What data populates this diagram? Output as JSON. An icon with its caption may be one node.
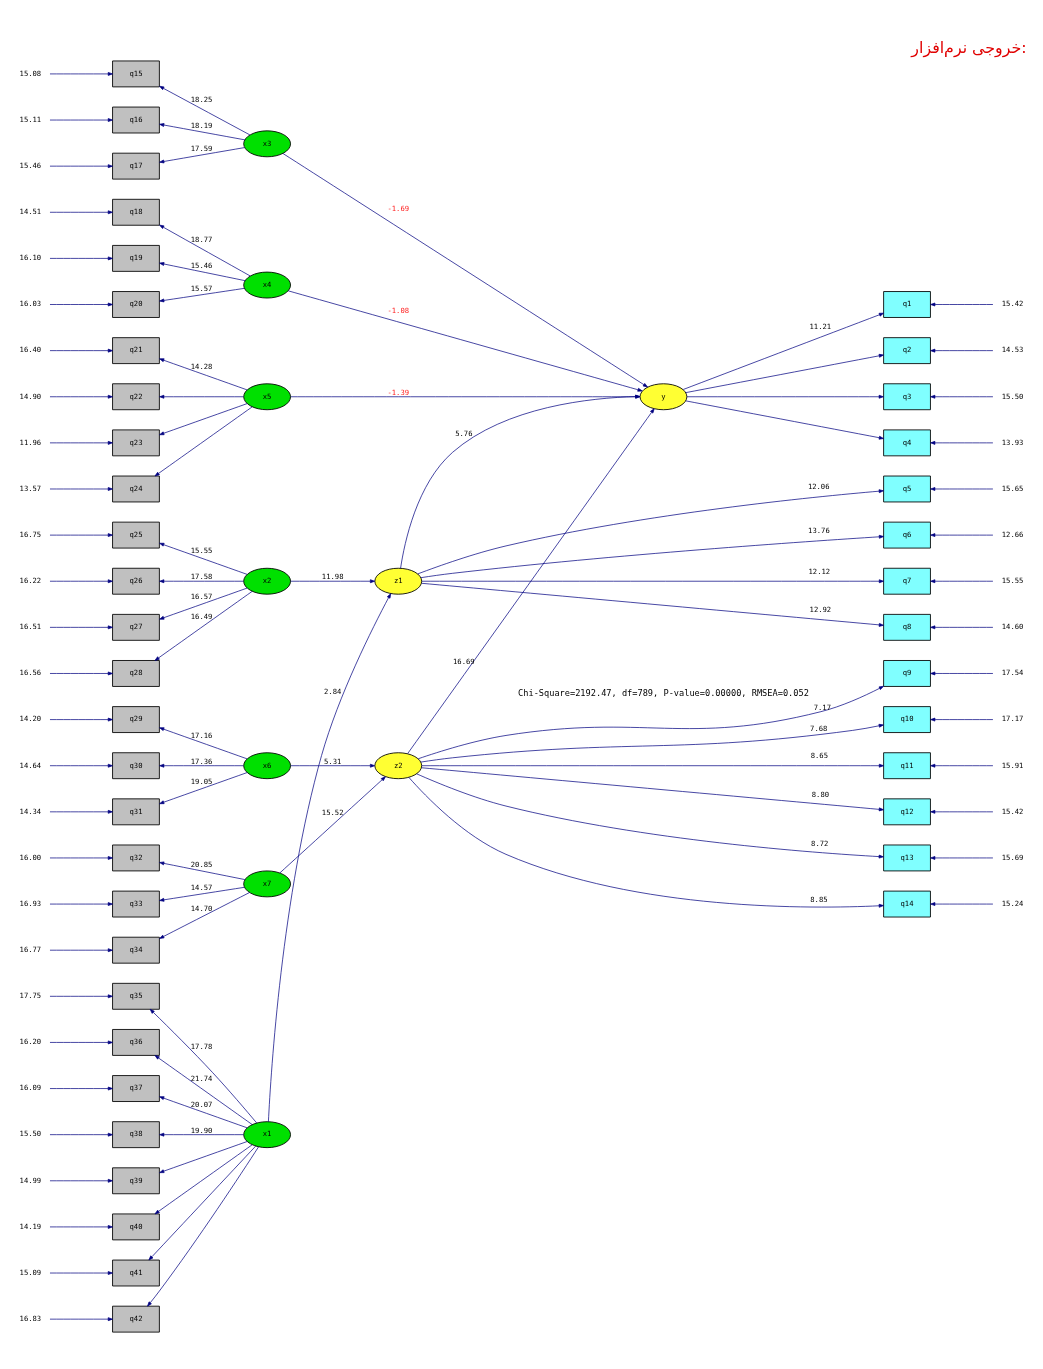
{
  "diagram": {
    "title": "خروجی نرم‌افزار:",
    "nodes": [
      {
        "text": [
          "q15"
        ]
      },
      {
        "text": [
          "q16"
        ]
      },
      {
        "text": [
          "q17"
        ]
      },
      {
        "text": [
          "q18"
        ]
      },
      {
        "text": [
          "q19"
        ]
      },
      {
        "text": [
          "q20"
        ]
      },
      {
        "text": [
          "q21"
        ]
      },
      {
        "text": [
          "q22"
        ]
      },
      {
        "text": [
          "q23"
        ]
      },
      {
        "text": [
          "q24"
        ]
      },
      {
        "text": [
          "q25"
        ]
      },
      {
        "text": [
          "q26"
        ]
      },
      {
        "text": [
          "q27"
        ]
      },
      {
        "text": [
          "q28"
        ]
      },
      {
        "text": [
          "q29"
        ]
      },
      {
        "text": [
          "q30"
        ]
      },
      {
        "text": [
          "q31"
        ]
      },
      {
        "text": [
          "q32"
        ]
      },
      {
        "text": [
          "q33"
        ]
      },
      {
        "text": [
          "q34"
        ]
      },
      {
        "text": [
          "q35"
        ]
      },
      {
        "text": [
          "q36"
        ]
      },
      {
        "text": [
          "q37"
        ]
      },
      {
        "text": [
          "q38"
        ]
      },
      {
        "text": [
          "q39"
        ]
      },
      {
        "text": [
          "q40"
        ]
      },
      {
        "text": [
          "q41"
        ]
      },
      {
        "text": [
          "q42"
        ]
      },
      {
        "text": [
          "x1"
        ]
      },
      {
        "text": [
          "x2"
        ]
      },
      {
        "text": [
          "x3"
        ]
      },
      {
        "text": [
          "x4"
        ]
      },
      {
        "text": [
          "x5"
        ]
      },
      {
        "text": [
          "x6"
        ]
      },
      {
        "text": [
          "x7"
        ]
      },
      {
        "text": [
          "z1"
        ]
      },
      {
        "text": [
          "y"
        ]
      },
      {
        "text": [
          "z2"
        ]
      },
      {
        "text": [
          "q1"
        ]
      },
      {
        "text": [
          "q2"
        ]
      },
      {
        "text": [
          "q3"
        ]
      },
      {
        "text": [
          "q4"
        ]
      },
      {
        "text": [
          "q5"
        ]
      },
      {
        "text": [
          "q6"
        ]
      },
      {
        "text": [
          "q7"
        ]
      },
      {
        "text": [
          "q8"
        ]
      },
      {
        "text": [
          "q9"
        ]
      },
      {
        "text": [
          "q10"
        ]
      },
      {
        "text": [
          "q11"
        ]
      },
      {
        "text": [
          "q12"
        ]
      },
      {
        "text": [
          "q13"
        ]
      },
      {
        "text": [
          "q14"
        ]
      }
    ],
    "edges": [
      {
        "from": null,
        "to": 0,
        "arrow": "to",
        "label": "15.08"
      },
      {
        "from": null,
        "to": 1,
        "arrow": "to",
        "label": "15.11"
      },
      {
        "from": null,
        "to": 2,
        "arrow": "to",
        "label": "15.46"
      },
      {
        "from": null,
        "to": 3,
        "arrow": "to",
        "label": "14.51"
      },
      {
        "from": null,
        "to": 4,
        "arrow": "to",
        "label": "16.10"
      },
      {
        "from": null,
        "to": 5,
        "arrow": "to",
        "label": "16.03"
      },
      {
        "from": null,
        "to": 6,
        "arrow": "to",
        "label": "16.40"
      },
      {
        "from": null,
        "to": 7,
        "arrow": "to",
        "label": "14.90"
      },
      {
        "from": null,
        "to": 8,
        "arrow": "to",
        "label": "11.96"
      },
      {
        "from": null,
        "to": 9,
        "arrow": "to",
        "label": "13.57"
      },
      {
        "from": null,
        "to": 10,
        "arrow": "to",
        "label": "16.75"
      },
      {
        "from": null,
        "to": 11,
        "arrow": "to",
        "label": "16.22"
      },
      {
        "from": null,
        "to": 12,
        "arrow": "to",
        "label": "16.51"
      },
      {
        "from": null,
        "to": 13,
        "arrow": "to",
        "label": "16.56"
      },
      {
        "from": null,
        "to": 14,
        "arrow": "to",
        "label": "14.20"
      },
      {
        "from": null,
        "to": 15,
        "arrow": "to",
        "label": "14.64"
      },
      {
        "from": null,
        "to": 16,
        "arrow": "to",
        "label": "14.34"
      },
      {
        "from": null,
        "to": 17,
        "arrow": "to",
        "label": "16.00"
      },
      {
        "from": null,
        "to": 18,
        "arrow": "to",
        "label": "16.93"
      },
      {
        "from": null,
        "to": 19,
        "arrow": "to",
        "label": "16.77"
      },
      {
        "from": null,
        "to": 20,
        "arrow": "to",
        "label": "17.75"
      },
      {
        "from": null,
        "to": 21,
        "arrow": "to",
        "label": "16.20"
      },
      {
        "from": null,
        "to": 22,
        "arrow": "to",
        "label": "16.09"
      },
      {
        "from": null,
        "to": 23,
        "arrow": "to",
        "label": "15.50"
      },
      {
        "from": null,
        "to": 24,
        "arrow": "to",
        "label": "14.99"
      },
      {
        "from": null,
        "to": 25,
        "arrow": "to",
        "label": "14.19"
      },
      {
        "from": null,
        "to": 26,
        "arrow": "to",
        "label": "15.09"
      },
      {
        "from": null,
        "to": 27,
        "arrow": "to",
        "label": "16.83"
      },
      {
        "from": 30,
        "to": 0,
        "arrow": "to",
        "label": "18.25"
      },
      {
        "from": 30,
        "to": 1,
        "arrow": "to",
        "label": "18.19"
      },
      {
        "from": 30,
        "to": 2,
        "arrow": "to",
        "label": "17.59"
      },
      {
        "from": 31,
        "to": 3,
        "arrow": "to",
        "label": "18.77"
      },
      {
        "from": 31,
        "to": 4,
        "arrow": "to",
        "label": "15.46"
      },
      {
        "from": 31,
        "to": 5,
        "arrow": "to",
        "label": "15.57"
      },
      {
        "from": 32,
        "to": 6,
        "arrow": "to",
        "label": "14.28"
      },
      {
        "from": 32,
        "to": 7,
        "arrow": "to"
      },
      {
        "from": 32,
        "to": 8,
        "arrow": "to"
      },
      {
        "from": 32,
        "to": 9,
        "arrow": "to"
      },
      {
        "from": 29,
        "to": 10,
        "arrow": "to",
        "label": "15.55"
      },
      {
        "from": 29,
        "to": 11,
        "arrow": "to",
        "label": "17.58"
      },
      {
        "from": 29,
        "to": 12,
        "arrow": "to",
        "label": "16.57"
      },
      {
        "from": 29,
        "to": 13,
        "arrow": "to",
        "label": "16.49"
      },
      {
        "from": 33,
        "to": 14,
        "arrow": "to",
        "label": "17.16"
      },
      {
        "from": 33,
        "to": 15,
        "arrow": "to",
        "label": "17.36"
      },
      {
        "from": 33,
        "to": 16,
        "arrow": "to",
        "label": "19.05"
      },
      {
        "from": 34,
        "to": 17,
        "arrow": "to",
        "label": "20.85"
      },
      {
        "from": 34,
        "to": 18,
        "arrow": "to",
        "label": "14.57"
      },
      {
        "from": 34,
        "to": 19,
        "arrow": "to",
        "label": "14.70"
      },
      {
        "from": 28,
        "to": 20,
        "arrow": "to",
        "label": "17.78"
      },
      {
        "from": 28,
        "to": 21,
        "arrow": "to",
        "label": "21.74"
      },
      {
        "from": 28,
        "to": 22,
        "arrow": "to",
        "label": "20.07"
      },
      {
        "from": 28,
        "to": 23,
        "arrow": "to",
        "label": "19.90"
      },
      {
        "from": 28,
        "to": 24,
        "arrow": "to"
      },
      {
        "from": 28,
        "to": 25,
        "arrow": "to"
      },
      {
        "from": 28,
        "to": 26,
        "arrow": "to"
      },
      {
        "from": 28,
        "to": 27,
        "arrow": "to"
      },
      {
        "from": 28,
        "to": 35,
        "arrow": "to",
        "label": "2.84"
      },
      {
        "from": 29,
        "to": 35,
        "arrow": "to",
        "label": "11.98"
      },
      {
        "from": 35,
        "to": 36,
        "arrow": "to",
        "label": "5.76"
      },
      {
        "from": 30,
        "to": 36,
        "arrow": "to",
        "label": "-1.69"
      },
      {
        "from": 31,
        "to": 36,
        "arrow": "to",
        "label": "-1.08"
      },
      {
        "from": 32,
        "to": 36,
        "arrow": "to",
        "label": "-1.39"
      },
      {
        "from": 37,
        "to": 36,
        "arrow": "to",
        "label": "16.69"
      },
      {
        "from": 33,
        "to": 37,
        "arrow": "to",
        "label": "5.31"
      },
      {
        "from": 34,
        "to": 37,
        "arrow": "to",
        "label": "15.52"
      },
      {
        "from": 36,
        "to": 38,
        "arrow": "to",
        "label": "11.21"
      },
      {
        "from": 36,
        "to": 39,
        "arrow": "to"
      },
      {
        "from": 36,
        "to": 40,
        "arrow": "to"
      },
      {
        "from": 36,
        "to": 41,
        "arrow": "to"
      },
      {
        "from": 35,
        "to": 42,
        "arrow": "to",
        "label": "12.06"
      },
      {
        "from": 35,
        "to": 43,
        "arrow": "to",
        "label": "13.76"
      },
      {
        "from": 35,
        "to": 44,
        "arrow": "to",
        "label": "12.12"
      },
      {
        "from": 35,
        "to": 45,
        "arrow": "to",
        "label": "12.92"
      },
      {
        "from": 37,
        "to": 46,
        "arrow": "to",
        "label": "7.17"
      },
      {
        "from": 37,
        "to": 47,
        "arrow": "to",
        "label": "7.68"
      },
      {
        "from": 37,
        "to": 48,
        "arrow": "to",
        "label": "8.65"
      },
      {
        "from": 37,
        "to": 49,
        "arrow": "to",
        "label": "8.80"
      },
      {
        "from": 37,
        "to": 50,
        "arrow": "to",
        "label": "8.72"
      },
      {
        "from": 37,
        "to": 51,
        "arrow": "to",
        "label": "8.85"
      },
      {
        "from": null,
        "to": 38,
        "arrow": "to",
        "label": "15.42"
      },
      {
        "from": null,
        "to": 39,
        "arrow": "to",
        "label": "14.53"
      },
      {
        "from": null,
        "to": 40,
        "arrow": "to",
        "label": "15.50"
      },
      {
        "from": null,
        "to": 41,
        "arrow": "to",
        "label": "13.93"
      },
      {
        "from": null,
        "to": 42,
        "arrow": "to",
        "label": "15.65"
      },
      {
        "from": null,
        "to": 43,
        "arrow": "to",
        "label": "12.66"
      },
      {
        "from": null,
        "to": 44,
        "arrow": "to",
        "label": "15.55"
      },
      {
        "from": null,
        "to": 45,
        "arrow": "to",
        "label": "14.60"
      },
      {
        "from": null,
        "to": 46,
        "arrow": "to",
        "label": "17.54"
      },
      {
        "from": null,
        "to": 47,
        "arrow": "to",
        "label": "17.17"
      },
      {
        "from": null,
        "to": 48,
        "arrow": "to",
        "label": "15.91"
      },
      {
        "from": null,
        "to": 49,
        "arrow": "to",
        "label": "15.42"
      },
      {
        "from": null,
        "to": 50,
        "arrow": "to",
        "label": "15.69"
      },
      {
        "from": null,
        "to": 51,
        "arrow": "to",
        "label": "15.24"
      }
    ],
    "labels": [
      "Chi-Square=2192.47, df=789, P-value=0.00000, RMSEA=0.052"
    ]
  }
}
